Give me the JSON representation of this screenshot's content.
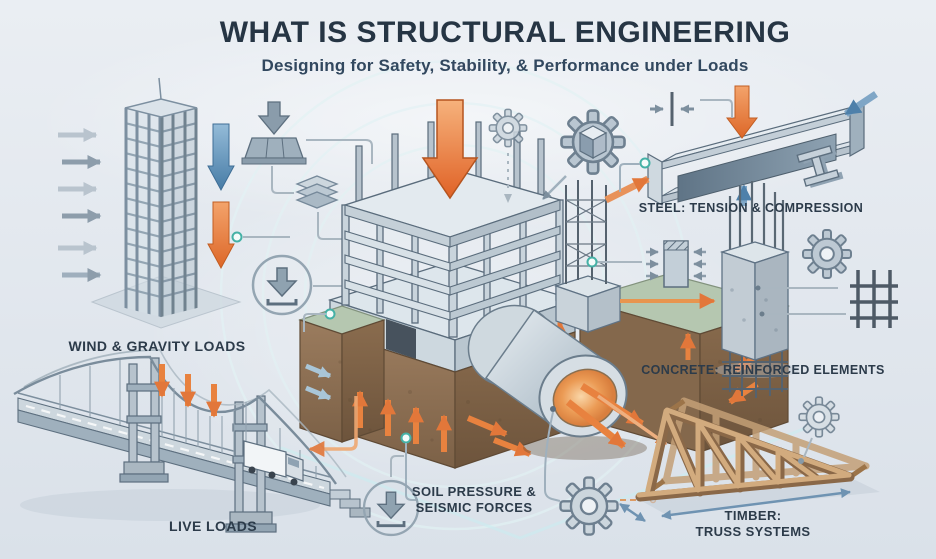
{
  "header": {
    "title": "WHAT IS STRUCTURAL ENGINEERING",
    "subtitle": "Designing for Safety, Stability, & Performance under Loads"
  },
  "captions": {
    "wind_gravity": "WIND & GRAVITY LOADS",
    "live_loads": "LIVE LOADS",
    "soil": [
      "SOIL PRESSURE &",
      "SEISMIC FORCES"
    ],
    "steel": "STEEL: TENSION & COMPRESSION",
    "concrete": "CONCRETE: REINFORCED ELEMENTS",
    "timber": [
      "TIMBER:",
      "TRUSS SYSTEMS"
    ]
  },
  "colors": {
    "background_top": "#e9edf2",
    "background_bottom": "#dce3ea",
    "title_text": "#263544",
    "caption_text": "#2c3b4a",
    "accent_orange": "#e2773a",
    "accent_blue": "#4e80aa",
    "steel_gray": "#aebecb",
    "soil_brown": "#8d7258",
    "grass_green": "#b5c7b0",
    "timber_tan": "#c59b6d",
    "teal_node": "#45b1a6"
  },
  "icons": [
    "weight-load-icon",
    "stacked-plates-icon",
    "download-arrow-icon",
    "gear-icon",
    "gear-cube-icon",
    "compression-icon",
    "i-beam-section-icon",
    "column-load-icon",
    "rebar-grid-icon",
    "gear-soil-icon",
    "gear-truss-icon"
  ]
}
